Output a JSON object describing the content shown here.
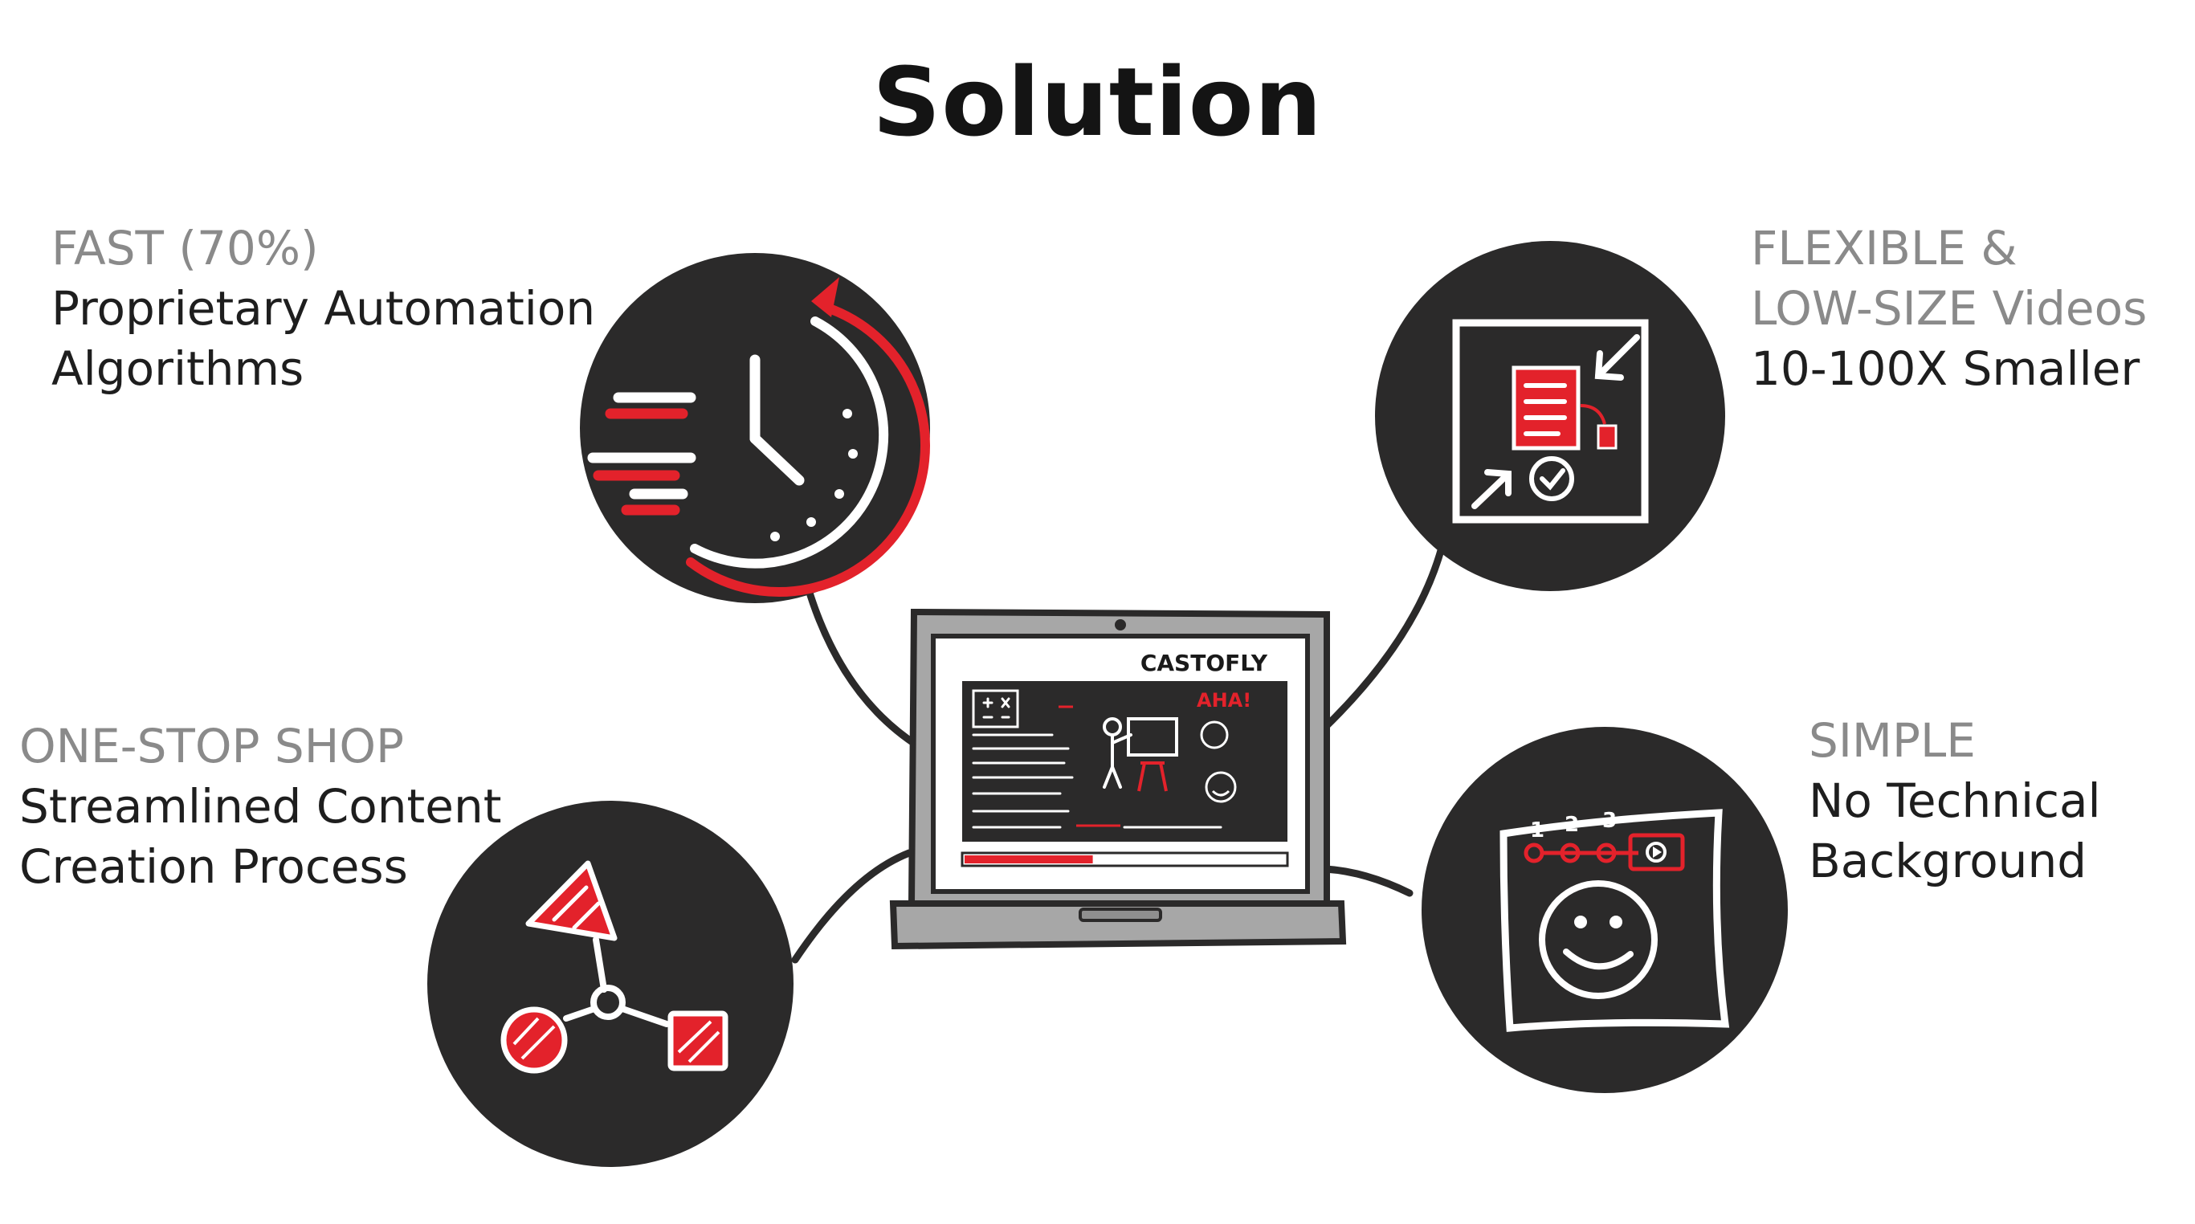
{
  "title": "Solution",
  "features": [
    {
      "id": "fast",
      "heading": "FAST (70%)",
      "lines": [
        "Proprietary Automation",
        "Algorithms"
      ]
    },
    {
      "id": "onestop",
      "heading": "ONE-STOP SHOP",
      "lines": [
        "Streamlined Content",
        "Creation Process"
      ]
    },
    {
      "id": "flex",
      "heading_lines": [
        "FLEXIBLE &",
        "LOW-SIZE Videos"
      ],
      "lines": [
        "10-100X Smaller"
      ]
    },
    {
      "id": "simple",
      "heading": "SIMPLE",
      "lines": [
        "No Technical",
        "Background"
      ]
    }
  ],
  "laptop": {
    "brand": "CASTOFLY",
    "bubble": "AHA!",
    "steps": [
      "1",
      "2",
      "3"
    ],
    "progress": 0.4
  },
  "icons": {
    "fast": "stopwatch-icon",
    "onestop": "shapes-network-icon",
    "flex": "compress-document-icon",
    "simple": "smiley-window-icon",
    "center": "laptop-icon"
  },
  "colors": {
    "accent": "#e3222b",
    "dark": "#2b2a2a",
    "heading": "#8a8a8a",
    "text": "#1e1e1e"
  }
}
